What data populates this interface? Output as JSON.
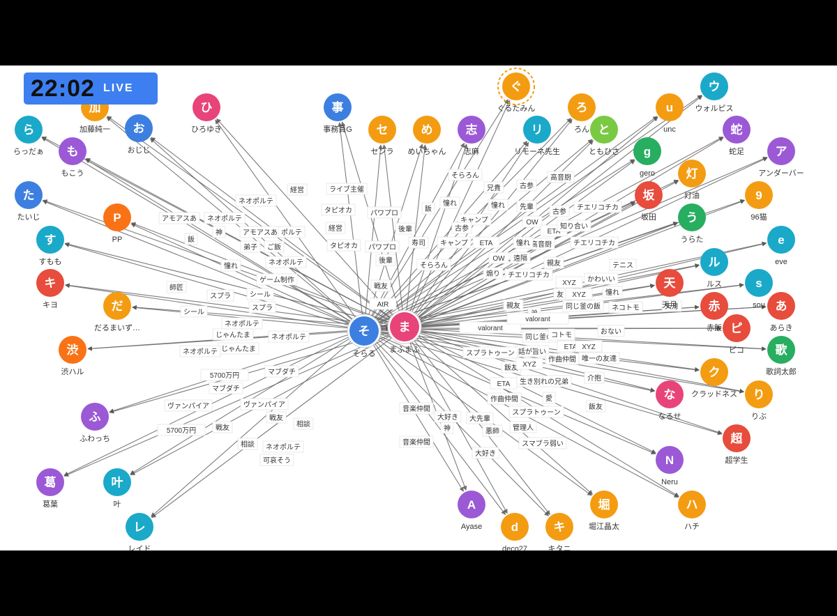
{
  "stream": {
    "time": "22:02",
    "live_label": "LIVE"
  },
  "center_nodes": [
    {
      "id": "sora",
      "char": "そ",
      "name": "そらる",
      "color": "#3d7fe0"
    },
    {
      "id": "mafu",
      "char": "ま",
      "name": "まふまふ",
      "color": "#e8447a"
    }
  ],
  "nodes": [
    {
      "id": "kato",
      "char": "加",
      "name": "加藤純一",
      "color": "#f39c12"
    },
    {
      "id": "ojiji",
      "char": "お",
      "name": "おじじ",
      "color": "#3d7fe0"
    },
    {
      "id": "ratta",
      "char": "ら",
      "name": "らっだぁ",
      "color": "#1ba9c9"
    },
    {
      "id": "mokou",
      "char": "も",
      "name": "もこう",
      "color": "#9b59d6"
    },
    {
      "id": "hiroyuki",
      "char": "ひ",
      "name": "ひろゆき",
      "color": "#e8447a"
    },
    {
      "id": "jimusho",
      "char": "事",
      "name": "事務員G",
      "color": "#3d7fe0"
    },
    {
      "id": "senra",
      "char": "セ",
      "name": "センラ",
      "color": "#f39c12"
    },
    {
      "id": "mei",
      "char": "め",
      "name": "めいちゃん",
      "color": "#f39c12"
    },
    {
      "id": "shima",
      "char": "志",
      "name": "志麻",
      "color": "#9b59d6"
    },
    {
      "id": "guru",
      "char": "ぐ",
      "name": "ぐるたみん",
      "color": "#f39c12"
    },
    {
      "id": "rimone",
      "char": "リ",
      "name": "リモーネ先生",
      "color": "#1ba9c9"
    },
    {
      "id": "ron",
      "char": "ろ",
      "name": "ろん",
      "color": "#f39c12"
    },
    {
      "id": "tomo",
      "char": "と",
      "name": "ともひさ",
      "color": "#7ac943"
    },
    {
      "id": "unc",
      "char": "u",
      "name": "unc",
      "color": "#f39c12"
    },
    {
      "id": "wolpis",
      "char": "ウ",
      "name": "ウォルピス",
      "color": "#1ba9c9"
    },
    {
      "id": "gero",
      "char": "g",
      "name": "gero",
      "color": "#27ae60"
    },
    {
      "id": "dasoku",
      "char": "蛇",
      "name": "蛇足",
      "color": "#9b59d6"
    },
    {
      "id": "under",
      "char": "ア",
      "name": "アンダーバー",
      "color": "#9b59d6"
    },
    {
      "id": "touyu",
      "char": "灯",
      "name": "灯油",
      "color": "#f39c12"
    },
    {
      "id": "sakata",
      "char": "坂",
      "name": "坂田",
      "color": "#e74c3c"
    },
    {
      "id": "96neko",
      "char": "9",
      "name": "96猫",
      "color": "#f39c12"
    },
    {
      "id": "urata",
      "char": "う",
      "name": "うらた",
      "color": "#27ae60"
    },
    {
      "id": "eve",
      "char": "e",
      "name": "eve",
      "color": "#1ba9c9"
    },
    {
      "id": "ruth",
      "char": "ル",
      "name": "ルス",
      "color": "#1ba9c9"
    },
    {
      "id": "amatsuki",
      "char": "天",
      "name": "天月",
      "color": "#e74c3c"
    },
    {
      "id": "sou",
      "char": "s",
      "name": "sou",
      "color": "#1ba9c9"
    },
    {
      "id": "araki",
      "char": "あ",
      "name": "あらき",
      "color": "#e74c3c"
    },
    {
      "id": "akameshi",
      "char": "赤",
      "name": "赤飯",
      "color": "#e74c3c"
    },
    {
      "id": "piko",
      "char": "ピ",
      "name": "ピコ",
      "color": "#e74c3c"
    },
    {
      "id": "kashi",
      "char": "歌",
      "name": "歌詞太郎",
      "color": "#27ae60"
    },
    {
      "id": "crowd",
      "char": "ク",
      "name": "クラッドネス",
      "color": "#f39c12"
    },
    {
      "id": "ribu",
      "char": "り",
      "name": "りぶ",
      "color": "#f39c12"
    },
    {
      "id": "nase",
      "char": "な",
      "name": "なるせ",
      "color": "#e8447a"
    },
    {
      "id": "chou",
      "char": "超",
      "name": "超学生",
      "color": "#e74c3c"
    },
    {
      "id": "neru",
      "char": "N",
      "name": "Neru",
      "color": "#9b59d6"
    },
    {
      "id": "hachi",
      "char": "ハ",
      "name": "ハチ",
      "color": "#f39c12"
    },
    {
      "id": "horie",
      "char": "堀",
      "name": "堀江晶太",
      "color": "#f39c12"
    },
    {
      "id": "kitani",
      "char": "キ",
      "name": "キタニ",
      "color": "#f39c12"
    },
    {
      "id": "deco",
      "char": "d",
      "name": "deco27",
      "color": "#f39c12"
    },
    {
      "id": "ayase",
      "char": "A",
      "name": "Ayase",
      "color": "#9b59d6"
    },
    {
      "id": "reid",
      "char": "レ",
      "name": "レイド",
      "color": "#1ba9c9"
    },
    {
      "id": "kanou",
      "char": "叶",
      "name": "叶",
      "color": "#1ba9c9"
    },
    {
      "id": "kuzuha",
      "char": "葛",
      "name": "葛葉",
      "color": "#9b59d6"
    },
    {
      "id": "fuwa",
      "char": "ふ",
      "name": "ふわっち",
      "color": "#9b59d6"
    },
    {
      "id": "shibu",
      "char": "渋",
      "name": "渋ハル",
      "color": "#f97316"
    },
    {
      "id": "daruma",
      "char": "だ",
      "name": "だるまいず…",
      "color": "#f39c12"
    },
    {
      "id": "kiyo",
      "char": "キ",
      "name": "キヨ",
      "color": "#e74c3c"
    },
    {
      "id": "sumomo",
      "char": "す",
      "name": "すもも",
      "color": "#1ba9c9"
    },
    {
      "id": "taiji",
      "char": "た",
      "name": "たいじ",
      "color": "#3d7fe0"
    },
    {
      "id": "pp",
      "char": "P",
      "name": "PP",
      "color": "#f97316"
    }
  ],
  "edge_labels": [
    "経営",
    "ライブ主催",
    "タピオカ",
    "経営",
    "タピオカ",
    "ネオポルテ",
    "アモアスあ",
    "ネオポルテ",
    "神",
    "アモアスあ",
    "ポルテ",
    "弟子",
    "ご飯",
    "飯",
    "憧れ",
    "ネオポルテ",
    "ゲーム制作",
    "師匠",
    "スプラ",
    "シール",
    "スプラ",
    "シール",
    "ネオポルテ",
    "じゃんたま",
    "ネオポルテ",
    "じゃんたま",
    "ネオポルテ",
    "パワプロ",
    "パワプロ",
    "後輩",
    "後輩",
    "寿司",
    "戦友",
    "AtR",
    "飯",
    "そらろん",
    "兄貴",
    "憧れ",
    "憧れ",
    "キャンプ",
    "古参",
    "キャンプ",
    "古参",
    "そらろん",
    "先輩",
    "高音厨",
    "OW",
    "チエリコチカ",
    "古参",
    "ETA",
    "高音厨",
    "ETA",
    "OW",
    "チエリコチカ",
    "憧れ",
    "知り合い",
    "煽り",
    "遠隔",
    "親友",
    "テニス",
    "チエリコチカ",
    "XYZ",
    "かわいい",
    "親友",
    "友",
    "憧れ",
    "XYZ",
    "弟",
    "同じ釜の飯",
    "ネコトモ",
    "valorant",
    "valorant",
    "天月",
    "おない",
    "同じ釜の飯",
    "コトモ",
    "話が旨い",
    "ETA",
    "XYZ",
    "スプラトゥーン",
    "作曲仲間",
    "唯一の友達",
    "飯友",
    "XYZ",
    "ETA",
    "生き別れの兄弟",
    "介抱",
    "作曲仲間",
    "愛",
    "スプラトゥーン",
    "飯友",
    "大先輩",
    "管理人",
    "悪師",
    "スマブラ弱い",
    "大好き",
    "神",
    "大好き",
    "音楽仲間",
    "音楽仲間",
    "5700万円",
    "マブダチ",
    "マブダチ",
    "ヴァンパイア",
    "ヴァンパイア",
    "5700万円",
    "戦友",
    "戦友",
    "相談",
    "相談",
    "ネオポルテ",
    "可哀そう"
  ]
}
